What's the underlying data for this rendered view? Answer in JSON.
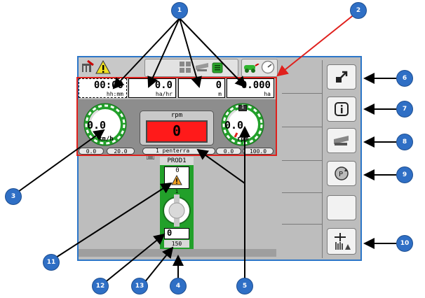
{
  "status_bar": {
    "icons": [
      "implement-edit-icon",
      "warning-icon",
      "section-grid-icon",
      "planter-icon",
      "tank-icon",
      "tractor-icon",
      "speed-gauge-icon"
    ],
    "accent": "#f0e020"
  },
  "metrics": [
    {
      "value": "00:00",
      "unit": "hh:mm"
    },
    {
      "value": "0.0",
      "unit": "ha/hr"
    },
    {
      "value": "0",
      "unit": "m"
    },
    {
      "value": "0.000",
      "unit": "ha"
    }
  ],
  "ground_speed": {
    "value": "0.0",
    "unit": "km/h",
    "min": "0.0",
    "max": "20.0"
  },
  "center_display": {
    "title": "rpm",
    "value": "0",
    "implement": "1 penterra",
    "color": "#ff1a1a"
  },
  "rpm_gauge": {
    "value": "0.0",
    "unit": "rpm",
    "min": "0.0",
    "max": "100.0",
    "channel": "1"
  },
  "product": {
    "name": "PROD1",
    "top_value": "0",
    "sensor_index": "1",
    "bottom_value": "0",
    "bottom_limit": "150"
  },
  "side_buttons": [
    {
      "icon": "expand-icon"
    },
    {
      "icon": "info-icon"
    },
    {
      "icon": "implement-icon"
    },
    {
      "icon": "pto-rotation-icon"
    },
    {
      "icon": "empty"
    },
    {
      "icon": "planting-settings-icon"
    }
  ],
  "callouts": [
    "1",
    "2",
    "3",
    "4",
    "5",
    "6",
    "7",
    "8",
    "9",
    "10",
    "11",
    "12",
    "13"
  ],
  "colors": {
    "screen_border": "#2c76c8",
    "highlight": "#e0201c",
    "callout": "#2f6fc5",
    "gauge_green": "#22a02a"
  }
}
